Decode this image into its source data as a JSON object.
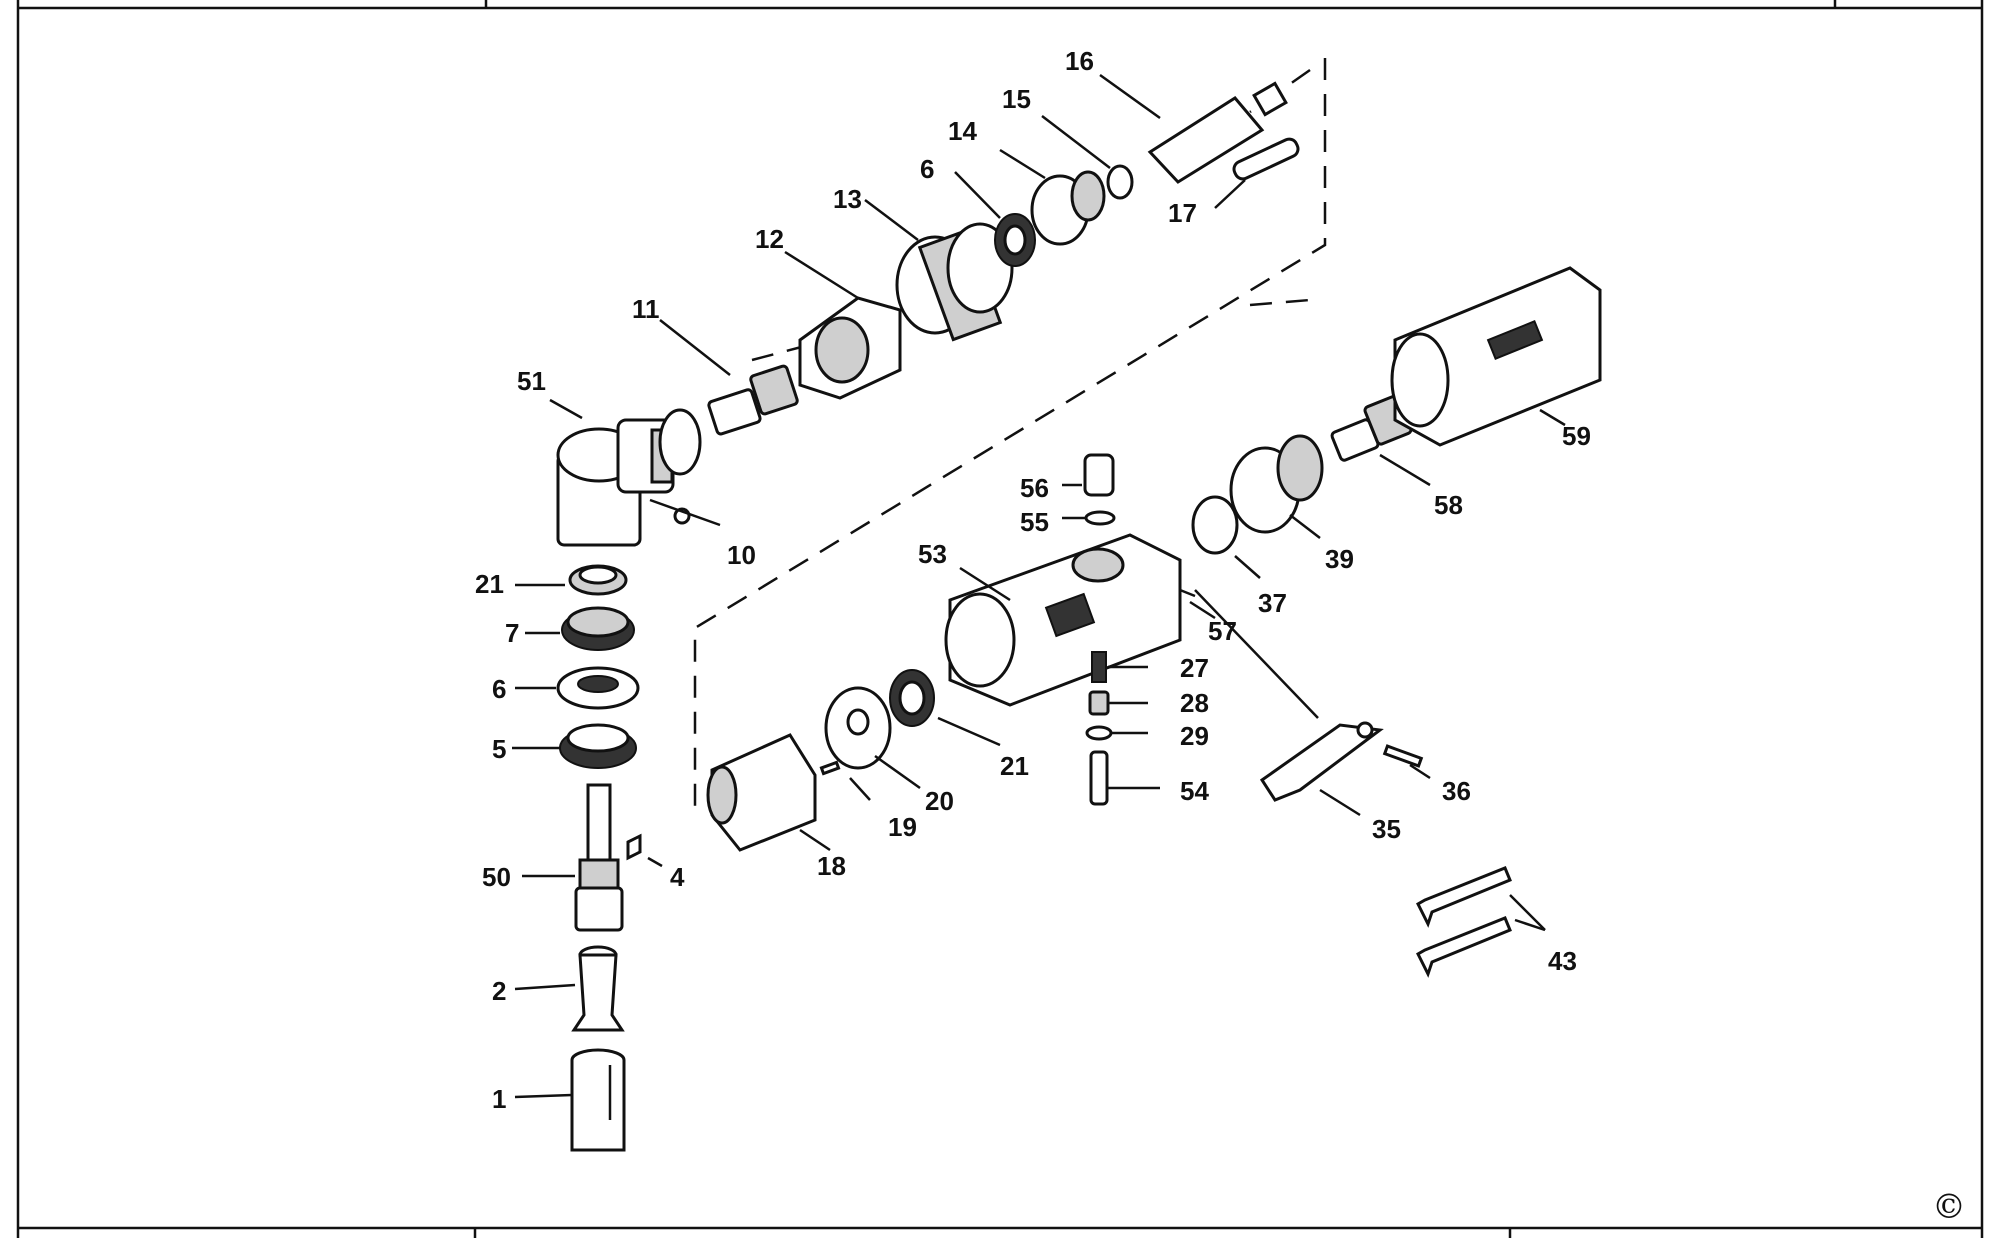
{
  "copyright_symbol": "©",
  "part_labels": {
    "p1": "1",
    "p2": "2",
    "p4": "4",
    "p5": "5",
    "p6a": "6",
    "p6b": "6",
    "p7": "7",
    "p10": "10",
    "p11": "11",
    "p12": "12",
    "p13": "13",
    "p14": "14",
    "p15": "15",
    "p16": "16",
    "p17": "17",
    "p18": "18",
    "p19": "19",
    "p20": "20",
    "p21a": "21",
    "p21b": "21",
    "p27": "27",
    "p28": "28",
    "p29": "29",
    "p35": "35",
    "p36": "36",
    "p37": "37",
    "p39": "39",
    "p43": "43",
    "p50": "50",
    "p51": "51",
    "p53": "53",
    "p54": "54",
    "p55": "55",
    "p56": "56",
    "p57": "57",
    "p58": "58",
    "p59": "59"
  }
}
